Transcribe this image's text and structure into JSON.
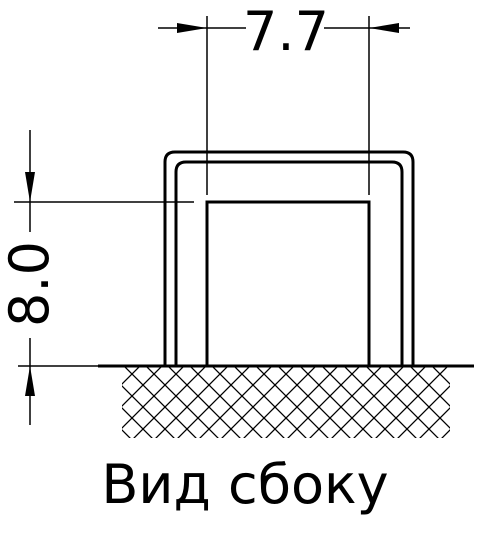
{
  "drawing": {
    "width_dimension": "7.7",
    "height_dimension": "8.0",
    "caption": "Вид сбоку"
  }
}
